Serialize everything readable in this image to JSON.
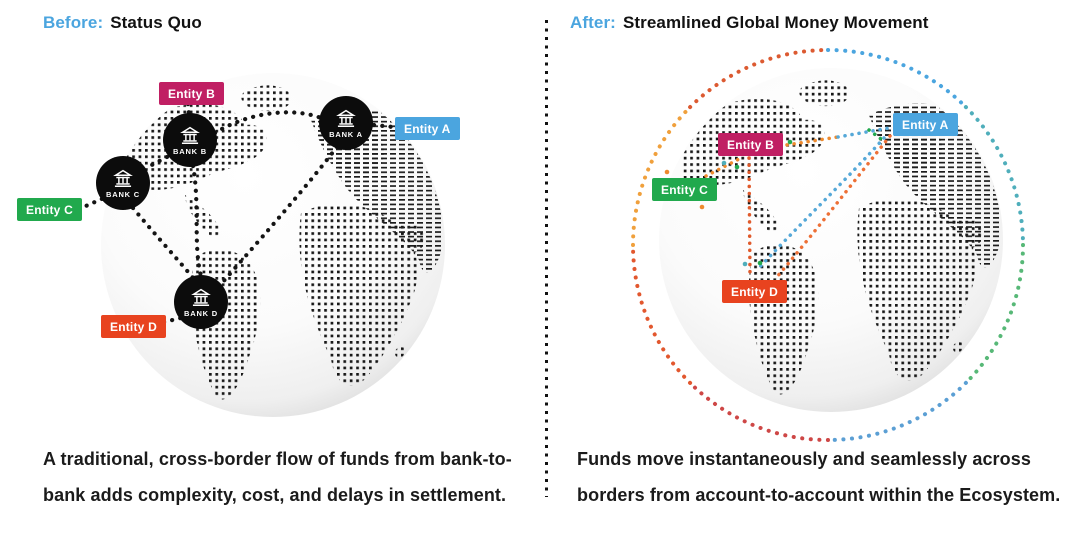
{
  "palette": {
    "blue": "#4BA5DF",
    "magenta": "#C01F63",
    "green": "#21A94D",
    "red_orange": "#E8431F",
    "orange": "#EE8A2E",
    "dark_orange": "#E05A2B",
    "line_orange": "#EE7036",
    "line_blue": "#55A8D8",
    "teal": "#4FAEBB",
    "black_dots": "#141414",
    "ring": [
      "#4BA5DF",
      "#4FAEBB",
      "#57B877",
      "#5B9FD4",
      "#CE4746",
      "#E2572E",
      "#F0A03C",
      "#DC5A31"
    ]
  },
  "left": {
    "title_prefix": "Before:",
    "title": "Status Quo",
    "caption": "A traditional, cross-border flow of funds from bank-to-bank adds complexity, cost, and delays in settlement.",
    "banks": [
      {
        "label": "BANK A"
      },
      {
        "label": "BANK B"
      },
      {
        "label": "BANK C"
      },
      {
        "label": "BANK D"
      }
    ],
    "entities": [
      {
        "label": "Entity A",
        "color": "#4BA5DF"
      },
      {
        "label": "Entity B",
        "color": "#C01F63"
      },
      {
        "label": "Entity C",
        "color": "#21A94D"
      },
      {
        "label": "Entity D",
        "color": "#E8431F"
      }
    ]
  },
  "right": {
    "title_prefix": "After:",
    "title": "Streamlined Global Money Movement",
    "caption": "Funds move instantaneously and seamlessly across borders from account-to-account within the Ecosystem.",
    "entities": [
      {
        "label": "Entity A",
        "color": "#4BA5DF"
      },
      {
        "label": "Entity B",
        "color": "#C01F63"
      },
      {
        "label": "Entity C",
        "color": "#21A94D"
      },
      {
        "label": "Entity D",
        "color": "#E8431F"
      }
    ]
  },
  "icons": {
    "bank": "bank-building-icon"
  }
}
